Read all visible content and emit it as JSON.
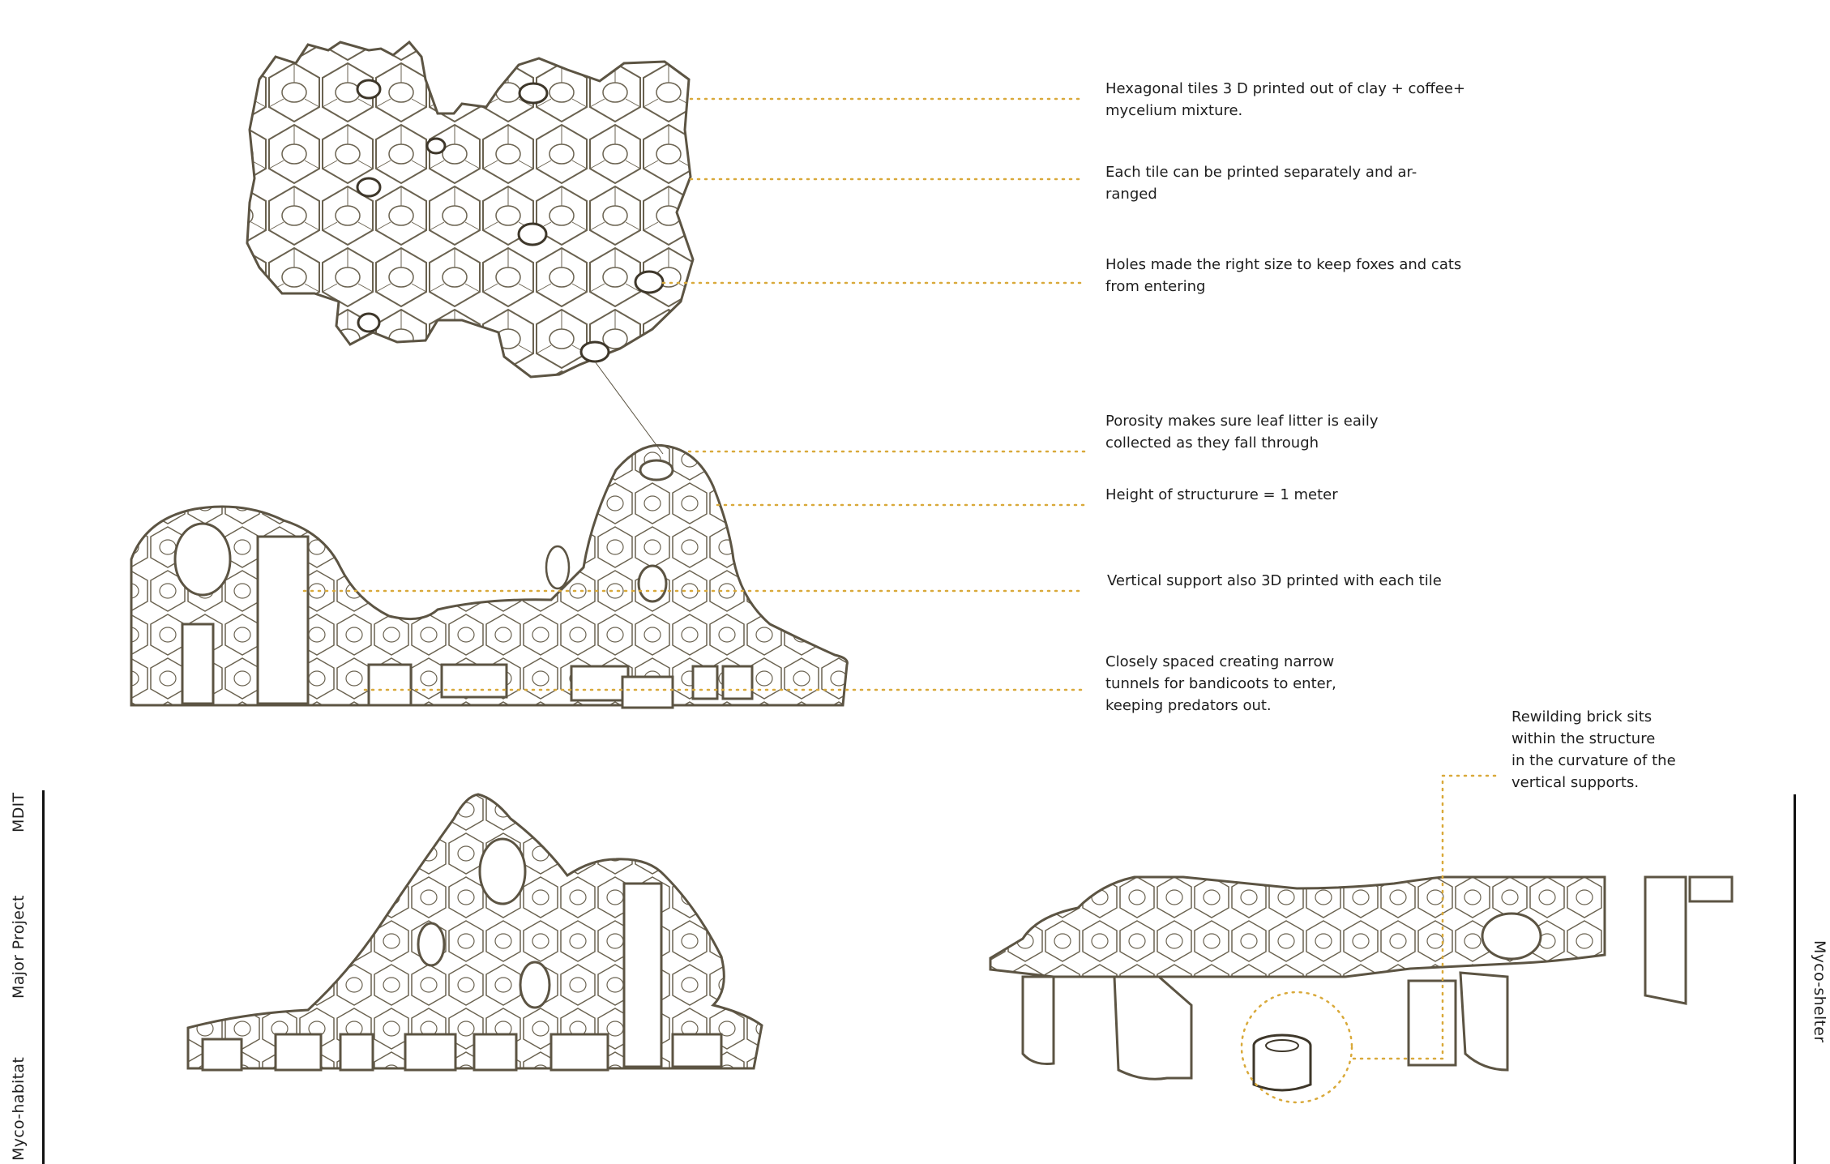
{
  "colors": {
    "line": "#5c5443",
    "accent": "#d9a93a",
    "text": "#1e1e1e"
  },
  "annotations": [
    {
      "lines": [
        "Hexagonal tiles 3 D printed out of clay + coffee+",
        "mycelium mixture."
      ]
    },
    {
      "lines": [
        "Each tile can be printed separately and ar-",
        "ranged"
      ]
    },
    {
      "lines": [
        "Holes made the right size to keep foxes and cats",
        "from entering"
      ]
    },
    {
      "lines": [
        "Porosity makes sure leaf litter is eaily",
        "collected as they fall through"
      ]
    },
    {
      "lines": [
        "Height of structurure = 1 meter"
      ]
    },
    {
      "lines": [
        "Vertical support also 3D printed with each tile"
      ]
    },
    {
      "lines": [
        "Closely spaced creating narrow",
        "tunnels for bandicoots to enter,",
        "keeping predators out."
      ]
    },
    {
      "lines": [
        "Rewilding brick sits",
        "within the structure",
        "in the curvature of the",
        "vertical supports."
      ]
    }
  ],
  "side_labels": {
    "left": [
      "MDIT",
      "Major Project",
      "Myco-habitat"
    ],
    "right": "Myco-shelter"
  }
}
